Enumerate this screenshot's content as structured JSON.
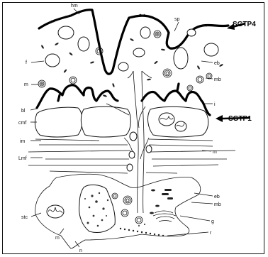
{
  "figure": {
    "labels": {
      "hm": "hm",
      "sp": "sp",
      "f": "f",
      "eb_top": "eb",
      "m_top": "m",
      "mb_top": "mb",
      "bl": "bl",
      "i": "i",
      "cmf": "cmf",
      "im": "im",
      "m_mid": "m",
      "lmf": "Lmf",
      "eb_bottom": "eb",
      "mb_bottom": "mb",
      "stc": "stc",
      "g": "g",
      "m_bottom": "m",
      "r": "r",
      "n": "n"
    },
    "callouts": {
      "sgtp4": "SGTP4",
      "sgtp1": "SGTP1"
    }
  }
}
